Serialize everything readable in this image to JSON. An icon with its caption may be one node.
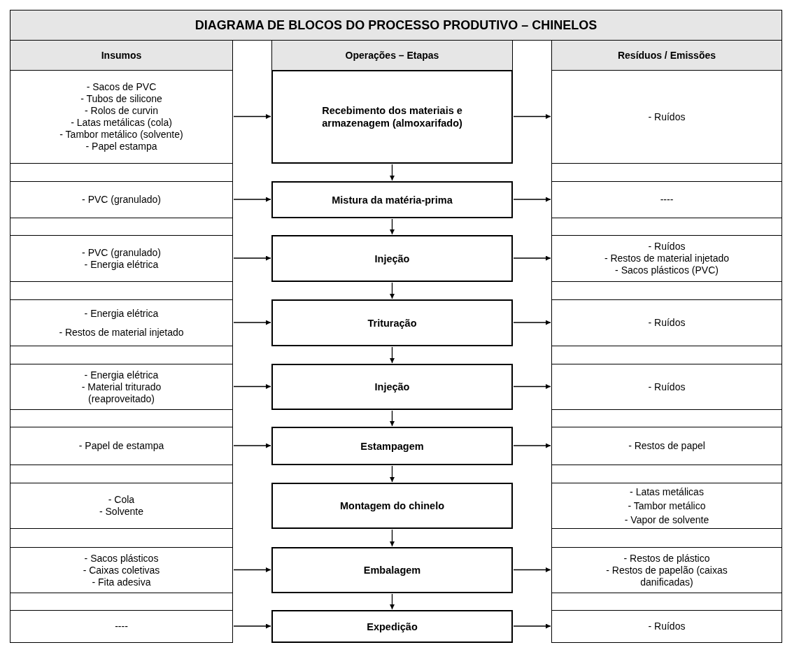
{
  "diagram": {
    "title": "DIAGRAMA DE BLOCOS DO PROCESSO PRODUTIVO – CHINELOS",
    "nodes": [
      {
        "text": [
          "- Sacos de PVC",
          "- Tubos de silicone",
          "- Rolos de curvin",
          "- Latas metálicas (cola)",
          "- Tambor metálico (solvente)",
          "- Papel estampa"
        ]
      },
      {
        "text": [
          "Recebimento dos materiais e armazenagem (almoxarifado)"
        ]
      },
      {
        "text": [
          "- Ruídos"
        ]
      },
      {
        "text": [
          "- PVC (granulado)"
        ]
      },
      {
        "text": [
          "Mistura da matéria-prima"
        ]
      },
      {
        "text": [
          "----"
        ]
      },
      {
        "text": [
          "- PVC (granulado)",
          "- Energia elétrica"
        ]
      },
      {
        "text": [
          "Injeção"
        ]
      },
      {
        "text": [
          "- Ruídos",
          "- Restos de material injetado",
          "- Sacos plásticos (PVC)"
        ]
      },
      {
        "text": [
          "- Energia elétrica",
          "- Restos de material injetado"
        ]
      },
      {
        "text": [
          "Trituração"
        ]
      },
      {
        "text": [
          "- Ruídos"
        ]
      },
      {
        "text": [
          "- Energia elétrica",
          "- Material triturado (reaproveitado)"
        ]
      },
      {
        "text": [
          "Injeção"
        ]
      },
      {
        "text": [
          "- Ruídos"
        ]
      },
      {
        "text": [
          "- Papel de estampa"
        ]
      },
      {
        "text": [
          "Estampagem"
        ]
      },
      {
        "text": [
          "- Restos de papel"
        ]
      },
      {
        "text": [
          "- Cola",
          "- Solvente"
        ]
      },
      {
        "text": [
          "Montagem do chinelo"
        ]
      },
      {
        "text": [
          "- Latas metálicas",
          "- Tambor metálico",
          "- Vapor de solvente"
        ]
      },
      {
        "text": [
          "- Sacos plásticos",
          "- Caixas coletivas",
          "- Fita adesiva"
        ]
      },
      {
        "text": [
          "Embalagem"
        ]
      },
      {
        "text": [
          "- Restos de plástico",
          "- Restos de papelão (caixas danificadas)"
        ]
      },
      {
        "text": [
          "----"
        ]
      },
      {
        "text": [
          "Expedição"
        ]
      },
      {
        "text": [
          "- Ruídos"
        ]
      }
    ],
    "edges": [
      {
        "from": 0,
        "to": 1,
        "arrow": "to"
      },
      {
        "from": 1,
        "to": 2,
        "arrow": "to"
      },
      {
        "from": 1,
        "to": 4,
        "arrow": "to"
      },
      {
        "from": 3,
        "to": 4,
        "arrow": "to"
      },
      {
        "from": 4,
        "to": 5,
        "arrow": "to"
      },
      {
        "from": 4,
        "to": 7,
        "arrow": "to"
      },
      {
        "from": 6,
        "to": 7,
        "arrow": "to"
      },
      {
        "from": 7,
        "to": 8,
        "arrow": "to"
      },
      {
        "from": 7,
        "to": 10,
        "arrow": "to"
      },
      {
        "from": 9,
        "to": 10,
        "arrow": "to"
      },
      {
        "from": 10,
        "to": 11,
        "arrow": "to"
      },
      {
        "from": 10,
        "to": 13,
        "arrow": "to"
      },
      {
        "from": 12,
        "to": 13,
        "arrow": "to"
      },
      {
        "from": 13,
        "to": 14,
        "arrow": "to"
      },
      {
        "from": 13,
        "to": 16,
        "arrow": "to"
      },
      {
        "from": 15,
        "to": 16,
        "arrow": "to"
      },
      {
        "from": 16,
        "to": 17,
        "arrow": "to"
      },
      {
        "from": 16,
        "to": 19,
        "arrow": "to"
      },
      {
        "from": 19,
        "to": 22,
        "arrow": "to"
      },
      {
        "from": 21,
        "to": 22,
        "arrow": "to"
      },
      {
        "from": 22,
        "to": 23,
        "arrow": "to"
      },
      {
        "from": 22,
        "to": 25,
        "arrow": "to"
      },
      {
        "from": 24,
        "to": 25,
        "arrow": "to"
      },
      {
        "from": 25,
        "to": 26,
        "arrow": "to"
      }
    ],
    "labels": [
      "Insumos",
      "Operações – Etapas",
      "Resíduos / Emissões"
    ]
  }
}
